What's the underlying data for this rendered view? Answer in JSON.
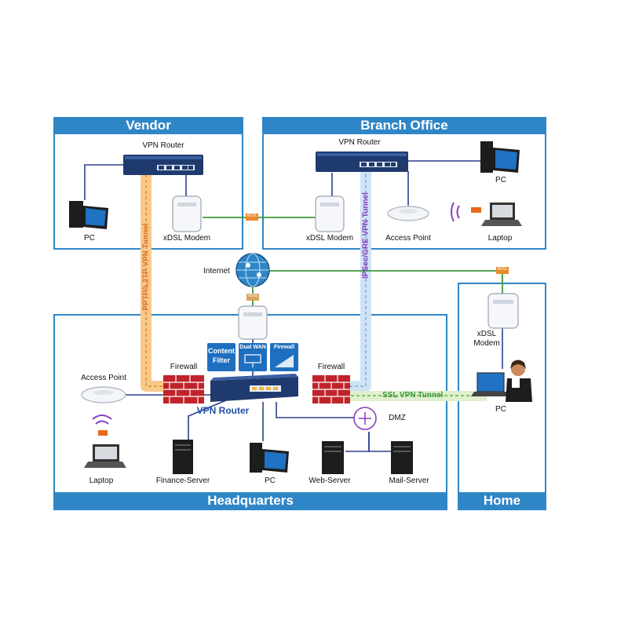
{
  "zones": {
    "vendor": "Vendor",
    "branch": "Branch Office",
    "hq": "Headquarters",
    "home": "Home"
  },
  "vendor": {
    "router": "VPN Router",
    "pc": "PC",
    "modem": "xDSL Modem"
  },
  "branch": {
    "router": "VPN Router",
    "pc": "PC",
    "modem": "xDSL Modem",
    "ap": "Access Point",
    "laptop": "Laptop"
  },
  "internet": "Internet",
  "home": {
    "modem": "xDSL\nModem",
    "pc": "PC"
  },
  "hq": {
    "ap": "Access Point",
    "laptop": "Laptop",
    "firewall_left": "Firewall",
    "firewall_right": "Firewall",
    "router": "VPN Router",
    "finance": "Finance-Server",
    "pc": "PC",
    "web": "Web-Server",
    "mail": "Mail-Server",
    "dmz": "DMZ"
  },
  "feature_icons": [
    "Content Filter",
    "Dual WAN",
    "Firewall"
  ],
  "tunnels": {
    "pptp": "PPTP/L2TP VPN Tunnel",
    "ipsec": "IPSec/GRE VPN Tunnel",
    "ssl": "SSL VPN Tunnel"
  },
  "line_tags": [
    "ADSL",
    "ADSL",
    "VDSL"
  ],
  "colors": {
    "zone": "#2f86c6",
    "router": "#1f3a6e",
    "pptp": "#f0a640",
    "ipsec": "#8a3dbf",
    "ssl": "#3e9a3e",
    "green_line": "#3e9a3e",
    "lan_line": "#2b3f8c",
    "firewall": "#c0242a"
  }
}
